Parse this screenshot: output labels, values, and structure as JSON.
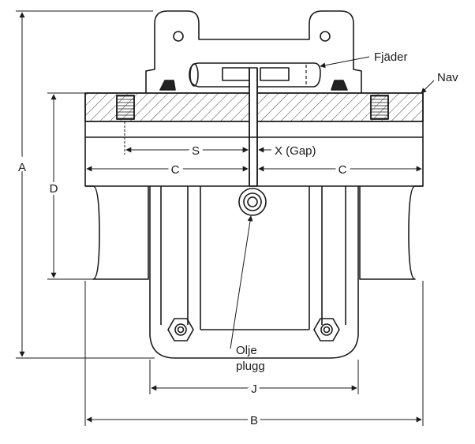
{
  "labels": {
    "spring": "Fjäder",
    "hub": "Nav",
    "dim_a": "A",
    "dim_d": "D",
    "dim_s": "S",
    "dim_x": "X (Gap)",
    "dim_c_left": "C",
    "dim_c_right": "C",
    "oil_plug_line1": "Olje",
    "oil_plug_line2": "plugg",
    "dim_j": "J",
    "dim_b": "B"
  }
}
